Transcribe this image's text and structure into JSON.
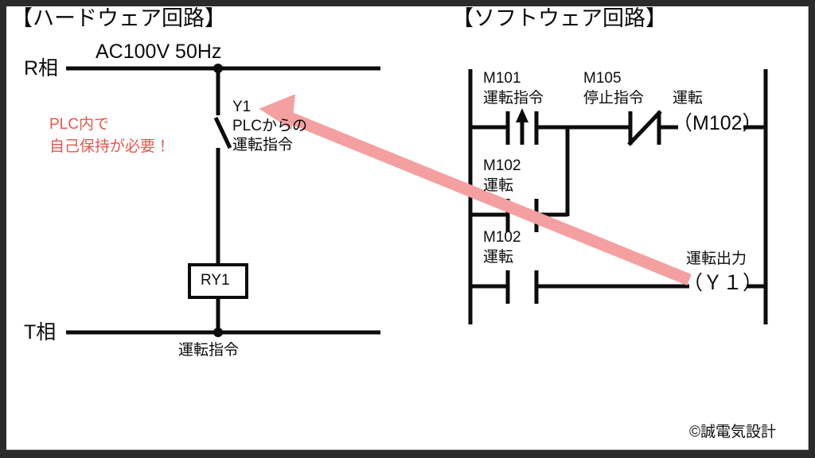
{
  "meta": {
    "copyright": "©誠電気設計"
  },
  "colors": {
    "frame": "#2b2b2b",
    "paper": "#ffffff",
    "ink": "#0c0c0c",
    "annotation_red": "#e8554c",
    "arrow_pink": "#f4a0a0"
  },
  "hardware_panel": {
    "heading": "【ハードウェア回路】",
    "supply_label": "AC100V 50Hz",
    "r_phase_label": "R相",
    "t_phase_label": "T相",
    "contact": {
      "tag": "Y1",
      "desc_line1": "PLCからの",
      "desc_line2": "運転指令"
    },
    "relay_box_label": "RY1",
    "bottom_label": "運転指令",
    "annotation": {
      "line1": "PLC内で",
      "line2": "自己保持が必要！"
    }
  },
  "software_panel": {
    "heading": "【ソフトウェア回路】",
    "rungs": [
      {
        "name": "rung-1",
        "contacts": [
          {
            "tag": "M101",
            "desc": "運転指令",
            "type": "rising-edge"
          },
          {
            "tag": "M105",
            "desc": "停止指令",
            "type": "normally-closed"
          }
        ],
        "coil": {
          "desc": "運転",
          "label": "（M102）"
        }
      },
      {
        "name": "rung-2-branch",
        "contacts": [
          {
            "tag": "M102",
            "desc": "運転",
            "type": "normally-open"
          }
        ],
        "coil": null
      },
      {
        "name": "rung-3",
        "contacts": [
          {
            "tag": "M102",
            "desc": "運転",
            "type": "normally-open"
          }
        ],
        "coil": {
          "desc": "運転出力",
          "label": "（Ｙ１）"
        }
      }
    ]
  },
  "arrow": {
    "name": "link-arrow",
    "from": "software Y1 output coil",
    "to": "hardware Y1 contact"
  }
}
